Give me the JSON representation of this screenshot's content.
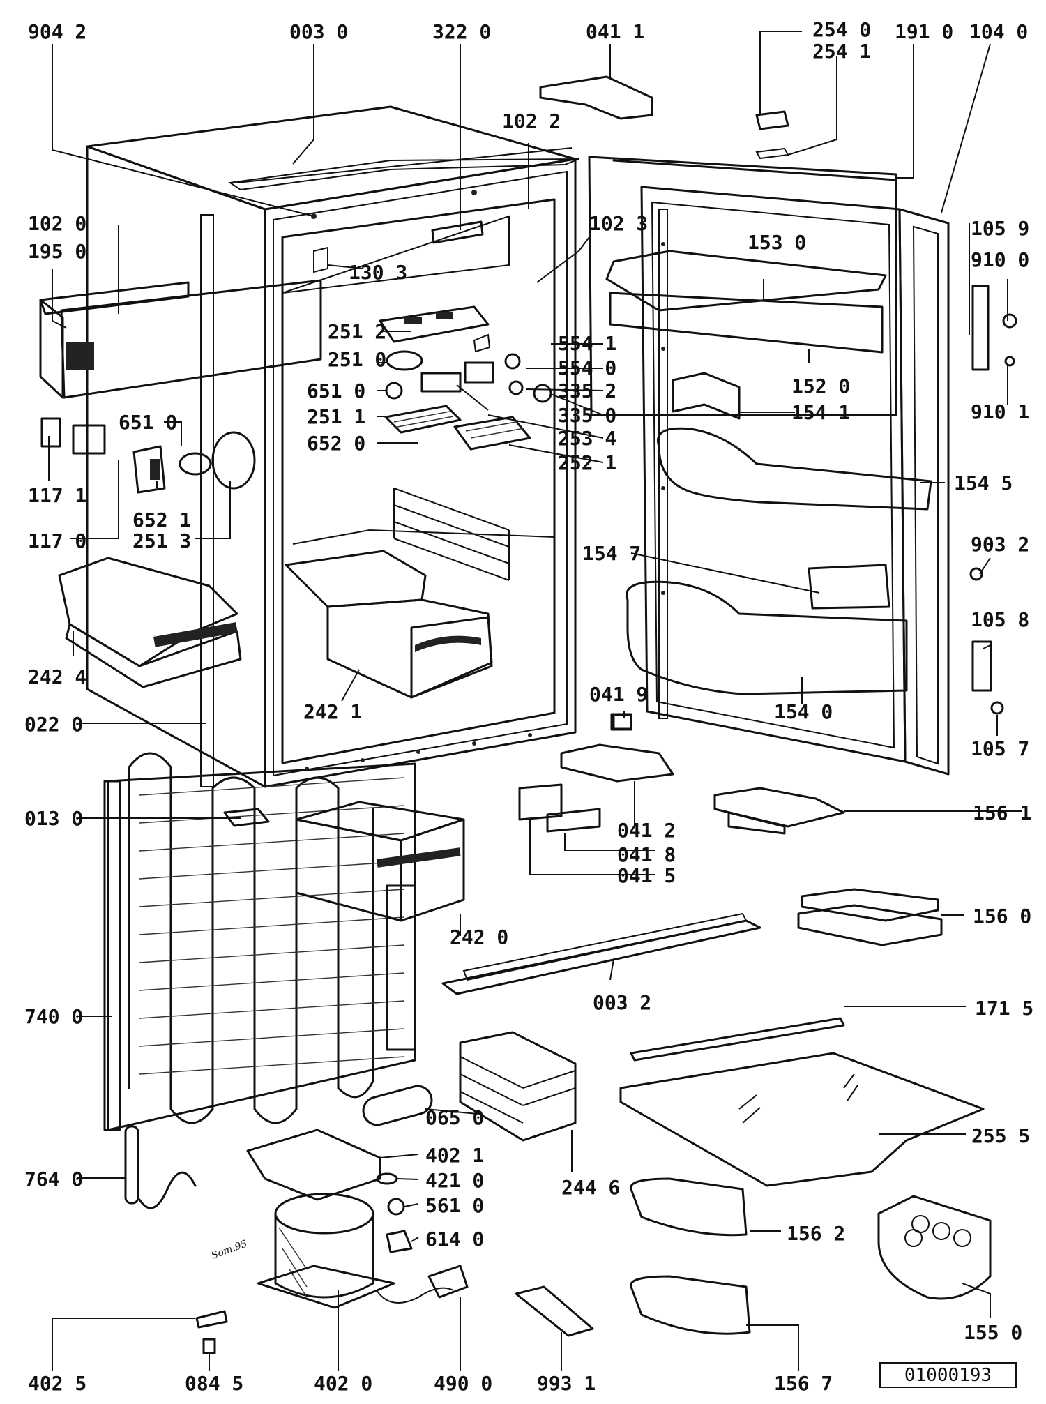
{
  "diagram": {
    "reference_number": "01000193",
    "handwritten_note": "Som.95",
    "part_labels": {
      "p9042": "904 2",
      "p0030": "003 0",
      "p3220": "322 0",
      "p0411": "041 1",
      "p2540": "254 0",
      "p2541": "254 1",
      "p1910": "191 0",
      "p1040": "104 0",
      "p1022": "102 2",
      "p1020": "102 0",
      "p1950": "195 0",
      "p1023": "102 3",
      "p1303": "130 3",
      "p1530": "153 0",
      "p1059": "105 9",
      "p9100": "910 0",
      "p2512": "251 2",
      "p5541": "554 1",
      "p2510": "251 0",
      "p5540": "554 0",
      "p6510a": "651 0",
      "p3352": "335 2",
      "p3350": "335 0",
      "p2511": "251 1",
      "p2534": "253 4",
      "p6520": "652 0",
      "p2521": "252 1",
      "p1520": "152 0",
      "p1541": "154 1",
      "p9101": "910 1",
      "p6510b": "651 0",
      "p1171": "117 1",
      "p6521": "652 1",
      "p2513": "251 3",
      "p1170": "117 0",
      "p1545": "154 5",
      "p9032": "903 2",
      "p1547": "154 7",
      "p1058": "105 8",
      "p2424": "242 4",
      "p2421": "242 1",
      "p1540": "154 0",
      "p0419": "041 9",
      "p1057": "105 7",
      "p0220": "022 0",
      "p1561": "156 1",
      "p0412": "041 2",
      "p0130": "013 0",
      "p0418": "041 8",
      "p0415": "041 5",
      "p1560": "156 0",
      "p2420": "242 0",
      "p0032": "003 2",
      "p7400": "740 0",
      "p1715": "171 5",
      "p0650": "065 0",
      "p2555": "255 5",
      "p4021": "402 1",
      "p7640": "764 0",
      "p4210": "421 0",
      "p5610": "561 0",
      "p2446": "244 6",
      "p6140": "614 0",
      "p1562": "156 2",
      "p1550": "155 0",
      "p4025": "402 5",
      "p0845": "084 5",
      "p4020": "402 0",
      "p4900": "490 0",
      "p9931": "993 1",
      "p1567": "156 7"
    }
  }
}
